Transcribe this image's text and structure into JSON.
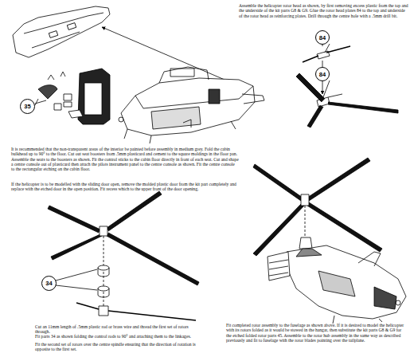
{
  "diagram": {
    "nodes": [
      {
        "text": [
          "35"
        ]
      },
      {
        "text": [
          "84"
        ]
      },
      {
        "text": [
          "84"
        ]
      },
      {
        "text": [
          "34"
        ]
      }
    ],
    "labels": [
      "Assemble the helicopter rotor head as shown, by first removing excess plastic from the top and the underside of the kit parts G8 & G9. Glue the rotor head plates 84 to the top and underside of the rotor head as reinforcing plates. Drill through the centre hole with a .5mm drill bit.",
      "It is recommended that the non-transparent areas of the interior be painted before assembly in medium grey. Fold the cabin bulkhead up to 90° to the floor. Cut out seat boosters from .5mm plasticard and cement to the square moldings in the floor pan. Assemble the seats to the boosters as shown. Fit the control sticks to the cabin floor directly in front of each seat. Cut and shape a centre console out of plasticard then attach the pilots instrument panel to the centre console as shown. Fit the centre console to the rectangular etching on the cabin floor.",
      "If the helicopter is to be modelled with the sliding door open, remove the molded plastic door from the kit part completely and replace with the etched door in the open position. Fit recess which to the upper front of the door opening.",
      "Cut an 11mm length of .5mm plastic rod or brass wire and thread the first set of rotors through.",
      "Fit parts 34 as shown folding the control rods to 90° and attaching them to the linkages.",
      "Fit the second set of rotors over the centre spindle ensuring that the direction of rotation is opposite to the first set.",
      "Fit completed rotor assembly to the fuselage as shown above. If it is desired to model the helicopter with its rotors folded as it would be stowed in the hangar, then substitute the kit parts G8 & G9 for the etched folded rotor parts 45. Assemble to the rotor hub assembly in the same way as described previously and fit to fuselage with the rotor blades pointing over the tailplane."
    ]
  }
}
